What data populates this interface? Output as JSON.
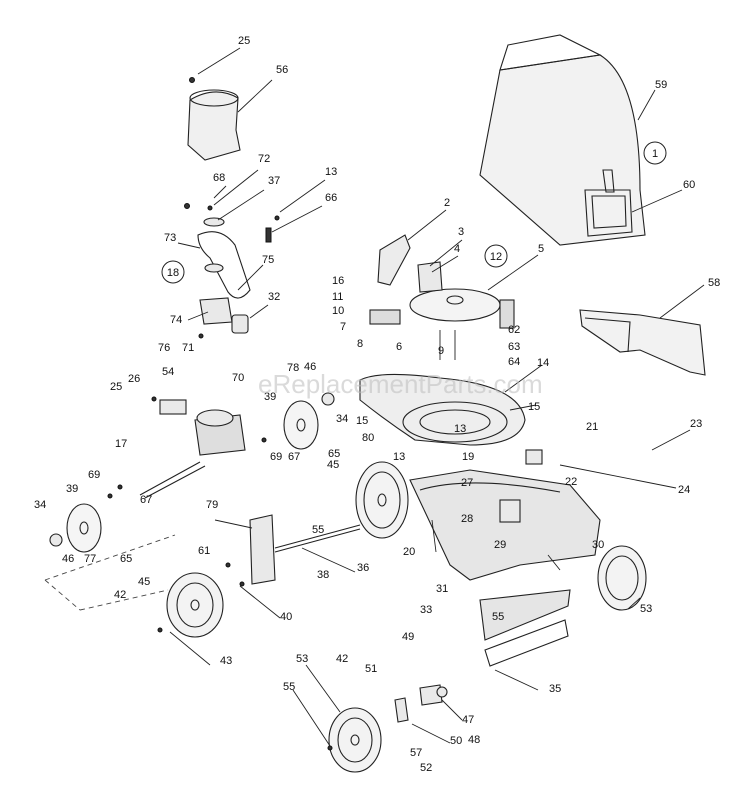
{
  "watermark": "eReplacementParts.com",
  "callouts": [
    {
      "id": "c1",
      "text": "1"
    },
    {
      "id": "c12",
      "text": "12"
    },
    {
      "id": "c18",
      "text": "18"
    }
  ],
  "labels": [
    {
      "id": "l25a",
      "text": "25"
    },
    {
      "id": "l56",
      "text": "56"
    },
    {
      "id": "l72",
      "text": "72"
    },
    {
      "id": "l68",
      "text": "68"
    },
    {
      "id": "l37",
      "text": "37"
    },
    {
      "id": "l13a",
      "text": "13"
    },
    {
      "id": "l66",
      "text": "66"
    },
    {
      "id": "l73",
      "text": "73"
    },
    {
      "id": "l75",
      "text": "75"
    },
    {
      "id": "l74",
      "text": "74"
    },
    {
      "id": "l32",
      "text": "32"
    },
    {
      "id": "l76",
      "text": "76"
    },
    {
      "id": "l71",
      "text": "71"
    },
    {
      "id": "l2",
      "text": "2"
    },
    {
      "id": "l3",
      "text": "3"
    },
    {
      "id": "l4",
      "text": "4"
    },
    {
      "id": "l5",
      "text": "5"
    },
    {
      "id": "l16",
      "text": "16"
    },
    {
      "id": "l11",
      "text": "11"
    },
    {
      "id": "l10",
      "text": "10"
    },
    {
      "id": "l7",
      "text": "7"
    },
    {
      "id": "l62",
      "text": "62"
    },
    {
      "id": "l8",
      "text": "8"
    },
    {
      "id": "l6",
      "text": "6"
    },
    {
      "id": "l9",
      "text": "9"
    },
    {
      "id": "l63",
      "text": "63"
    },
    {
      "id": "l64",
      "text": "64"
    },
    {
      "id": "l59",
      "text": "59"
    },
    {
      "id": "l60",
      "text": "60"
    },
    {
      "id": "l58",
      "text": "58"
    },
    {
      "id": "l14",
      "text": "14"
    },
    {
      "id": "l15a",
      "text": "15"
    },
    {
      "id": "l15b",
      "text": "15"
    },
    {
      "id": "l13b",
      "text": "13"
    },
    {
      "id": "l13c",
      "text": "13"
    },
    {
      "id": "l19",
      "text": "19"
    },
    {
      "id": "l21",
      "text": "21"
    },
    {
      "id": "l22",
      "text": "22"
    },
    {
      "id": "l23",
      "text": "23"
    },
    {
      "id": "l24",
      "text": "24"
    },
    {
      "id": "l54",
      "text": "54"
    },
    {
      "id": "l78",
      "text": "78"
    },
    {
      "id": "l46a",
      "text": "46"
    },
    {
      "id": "l26",
      "text": "26"
    },
    {
      "id": "l70",
      "text": "70"
    },
    {
      "id": "l25b",
      "text": "25"
    },
    {
      "id": "l39a",
      "text": "39"
    },
    {
      "id": "l34a",
      "text": "34"
    },
    {
      "id": "l17",
      "text": "17"
    },
    {
      "id": "l69a",
      "text": "69"
    },
    {
      "id": "l67a",
      "text": "67"
    },
    {
      "id": "l65a",
      "text": "65"
    },
    {
      "id": "l80",
      "text": "80"
    },
    {
      "id": "l45a",
      "text": "45"
    },
    {
      "id": "l69b",
      "text": "69"
    },
    {
      "id": "l39b",
      "text": "39"
    },
    {
      "id": "l67b",
      "text": "67"
    },
    {
      "id": "l34b",
      "text": "34"
    },
    {
      "id": "l46b",
      "text": "46"
    },
    {
      "id": "l77",
      "text": "77"
    },
    {
      "id": "l65b",
      "text": "65"
    },
    {
      "id": "l79",
      "text": "79"
    },
    {
      "id": "l55a",
      "text": "55"
    },
    {
      "id": "l61",
      "text": "61"
    },
    {
      "id": "l38",
      "text": "38"
    },
    {
      "id": "l36",
      "text": "36"
    },
    {
      "id": "l45b",
      "text": "45"
    },
    {
      "id": "l42a",
      "text": "42"
    },
    {
      "id": "l40",
      "text": "40"
    },
    {
      "id": "l43",
      "text": "43"
    },
    {
      "id": "l27",
      "text": "27"
    },
    {
      "id": "l28",
      "text": "28"
    },
    {
      "id": "l29",
      "text": "29"
    },
    {
      "id": "l20",
      "text": "20"
    },
    {
      "id": "l30",
      "text": "30"
    },
    {
      "id": "l31",
      "text": "31"
    },
    {
      "id": "l33",
      "text": "33"
    },
    {
      "id": "l55b",
      "text": "55"
    },
    {
      "id": "l35",
      "text": "35"
    },
    {
      "id": "l53a",
      "text": "53"
    },
    {
      "id": "l49",
      "text": "49"
    },
    {
      "id": "l53b",
      "text": "53"
    },
    {
      "id": "l42b",
      "text": "42"
    },
    {
      "id": "l51",
      "text": "51"
    },
    {
      "id": "l47",
      "text": "47"
    },
    {
      "id": "l48",
      "text": "48"
    },
    {
      "id": "l55c",
      "text": "55"
    },
    {
      "id": "l50",
      "text": "50"
    },
    {
      "id": "l57",
      "text": "57"
    },
    {
      "id": "l52",
      "text": "52"
    }
  ]
}
